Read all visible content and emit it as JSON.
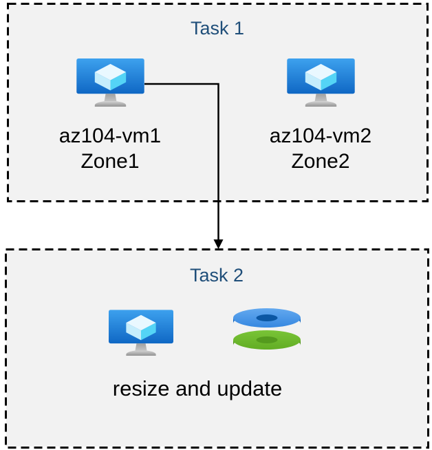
{
  "diagram": {
    "task1": {
      "title": "Task 1",
      "vms": [
        {
          "name": "az104-vm1",
          "zone": "Zone1",
          "icon": "virtual-machine-icon"
        },
        {
          "name": "az104-vm2",
          "zone": "Zone2",
          "icon": "virtual-machine-icon"
        }
      ]
    },
    "task2": {
      "title": "Task 2",
      "caption": "resize and update",
      "icons": [
        "virtual-machine-icon",
        "managed-disks-icon"
      ]
    },
    "connector": {
      "from": "az104-vm1",
      "to": "Task 2",
      "shape": "elbow-arrow-down"
    },
    "colors": {
      "title_text": "#1f4e79",
      "label_text": "#000000",
      "box_fill": "#f2f2f2",
      "box_border": "#000000",
      "arrow": "#000000",
      "vm_screen_top": "#3da1ee",
      "vm_screen_bottom": "#0f67c4",
      "cube_top": "#e9f8ff",
      "cube_left": "#c5edfc",
      "cube_right": "#54d4f6",
      "disk_blue_top": "#4896e8",
      "disk_blue_side": "#0d6bca",
      "disk_blue_hole": "#0b57a4",
      "disk_green_top": "#6fbc2d",
      "disk_green_side": "#55991d",
      "disk_green_hole": "#549a1e"
    }
  }
}
